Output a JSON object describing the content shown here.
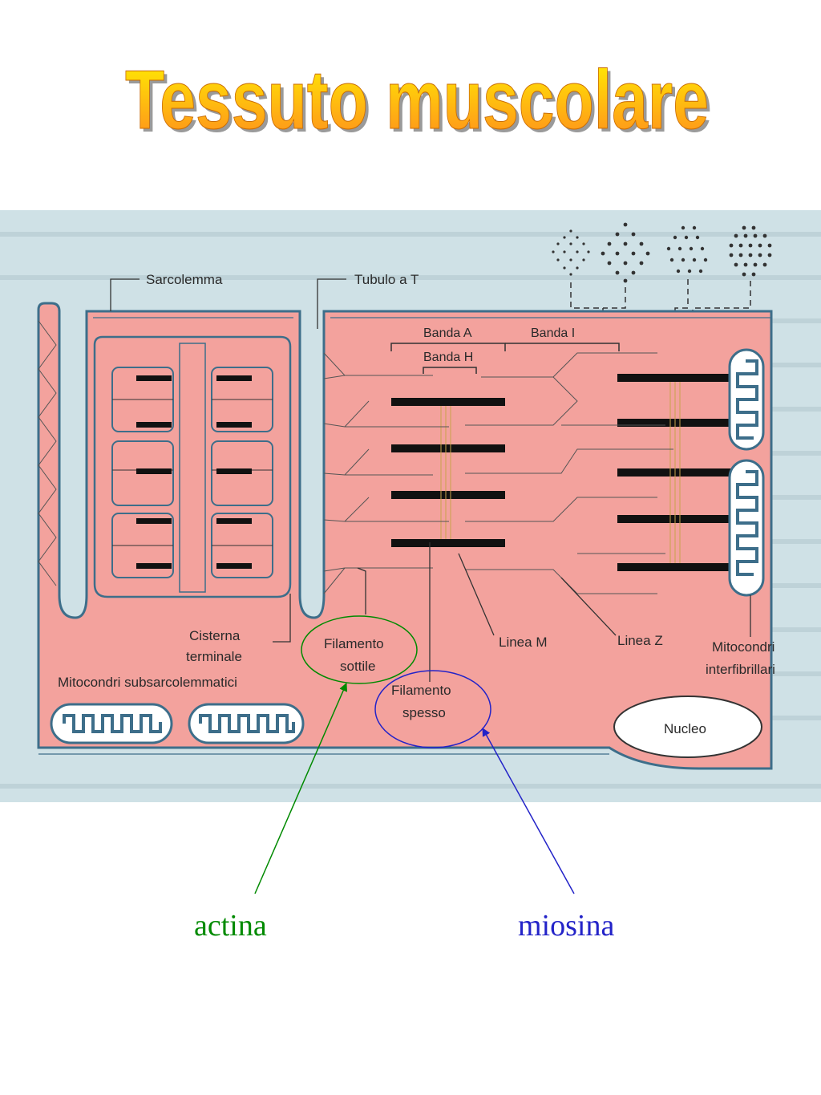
{
  "title": "Tessuto muscolare",
  "labels": {
    "sarcolemma": "Sarcolemma",
    "tubulo": "Tubulo a T",
    "banda_a": "Banda A",
    "banda_i": "Banda I",
    "banda_h": "Banda H",
    "cisterna_1": "Cisterna",
    "cisterna_2": "terminale",
    "mito_sub": "Mitocondri subsarcolemmatici",
    "fil_sottile_1": "Filamento",
    "fil_sottile_2": "sottile",
    "fil_spesso_1": "Filamento",
    "fil_spesso_2": "spesso",
    "linea_m": "Linea M",
    "linea_z": "Linea Z",
    "mito_inter_1": "Mitocondri",
    "mito_inter_2": "interfibrillari",
    "nucleo": "Nucleo"
  },
  "annotations": {
    "actina": "actina",
    "miosina": "miosina"
  },
  "colors": {
    "tissue": "#f3a29d",
    "background_page": "#cfe1e6",
    "membrane": "#3d6e8a",
    "actina": "#008a00",
    "miosina": "#2323c8",
    "title_top": "#ffee00",
    "title_bottom": "#ff8c1a"
  }
}
